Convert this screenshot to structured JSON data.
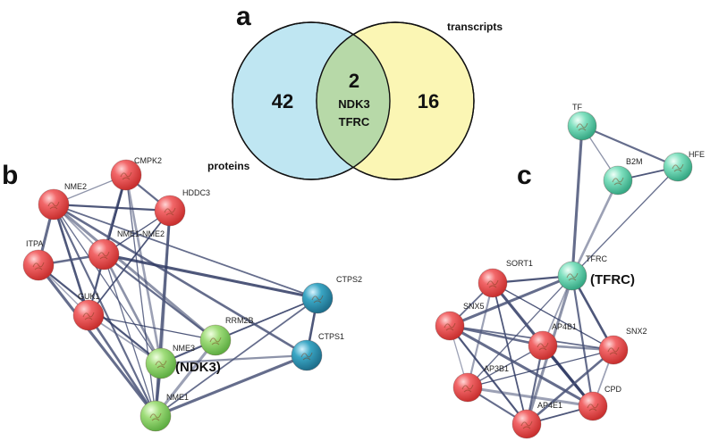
{
  "panels": {
    "a": "a",
    "b": "b",
    "c": "c"
  },
  "venn": {
    "left_label": "proteins",
    "right_label": "transcripts",
    "left_only": "42",
    "right_only": "16",
    "overlap": "2",
    "overlap_genes": [
      "NDK3",
      "TFRC"
    ],
    "colors": {
      "left": "#bfe6f2",
      "right": "#fbf6b4",
      "overlap": "#b7d9a8"
    }
  },
  "network_b": {
    "callout": "(NDK3)",
    "nodes": [
      {
        "id": "CMPK2",
        "label": "CMPK2",
        "color": "red"
      },
      {
        "id": "NME2",
        "label": "NME2",
        "color": "red"
      },
      {
        "id": "HDDC3",
        "label": "HDDC3",
        "color": "red"
      },
      {
        "id": "NME1-NME2",
        "label": "NME1-NME2",
        "color": "red"
      },
      {
        "id": "ITPA",
        "label": "ITPA",
        "color": "red"
      },
      {
        "id": "GUK1",
        "label": "GUK1",
        "color": "red"
      },
      {
        "id": "RRM2B",
        "label": "RRM2B",
        "color": "green"
      },
      {
        "id": "NME3",
        "label": "NME3",
        "color": "green"
      },
      {
        "id": "NME1",
        "label": "NME1",
        "color": "green"
      },
      {
        "id": "CTPS2",
        "label": "CTPS2",
        "color": "teal"
      },
      {
        "id": "CTPS1",
        "label": "CTPS1",
        "color": "teal"
      }
    ],
    "edges": [
      [
        "CMPK2",
        "NME2"
      ],
      [
        "CMPK2",
        "HDDC3"
      ],
      [
        "CMPK2",
        "NME1-NME2"
      ],
      [
        "CMPK2",
        "GUK1"
      ],
      [
        "CMPK2",
        "NME3"
      ],
      [
        "CMPK2",
        "NME1"
      ],
      [
        "NME2",
        "HDDC3"
      ],
      [
        "NME2",
        "ITPA"
      ],
      [
        "NME2",
        "NME1-NME2"
      ],
      [
        "NME2",
        "GUK1"
      ],
      [
        "NME2",
        "NME3"
      ],
      [
        "NME2",
        "NME1"
      ],
      [
        "NME2",
        "RRM2B"
      ],
      [
        "NME2",
        "CTPS2"
      ],
      [
        "NME2",
        "CTPS1"
      ],
      [
        "HDDC3",
        "NME1-NME2"
      ],
      [
        "HDDC3",
        "NME3"
      ],
      [
        "HDDC3",
        "NME1"
      ],
      [
        "HDDC3",
        "GUK1"
      ],
      [
        "ITPA",
        "NME1-NME2"
      ],
      [
        "ITPA",
        "GUK1"
      ],
      [
        "ITPA",
        "NME3"
      ],
      [
        "ITPA",
        "NME1"
      ],
      [
        "NME1-NME2",
        "GUK1"
      ],
      [
        "NME1-NME2",
        "NME3"
      ],
      [
        "NME1-NME2",
        "NME1"
      ],
      [
        "NME1-NME2",
        "RRM2B"
      ],
      [
        "NME1-NME2",
        "CTPS2"
      ],
      [
        "GUK1",
        "NME3"
      ],
      [
        "GUK1",
        "NME1"
      ],
      [
        "GUK1",
        "RRM2B"
      ],
      [
        "RRM2B",
        "NME3"
      ],
      [
        "RRM2B",
        "NME1"
      ],
      [
        "RRM2B",
        "CTPS2"
      ],
      [
        "NME3",
        "NME1"
      ],
      [
        "NME3",
        "CTPS2"
      ],
      [
        "NME3",
        "CTPS1"
      ],
      [
        "NME1",
        "CTPS1"
      ],
      [
        "NME1",
        "CTPS2"
      ],
      [
        "CTPS2",
        "CTPS1"
      ]
    ]
  },
  "network_c": {
    "callout": "(TFRC)",
    "nodes": [
      {
        "id": "TF",
        "label": "TF",
        "color": "mint"
      },
      {
        "id": "B2M",
        "label": "B2M",
        "color": "mint"
      },
      {
        "id": "HFE",
        "label": "HFE",
        "color": "mint"
      },
      {
        "id": "TFRC",
        "label": "TFRC",
        "color": "mint"
      },
      {
        "id": "SORT1",
        "label": "SORT1",
        "color": "red"
      },
      {
        "id": "SNX5",
        "label": "SNX5",
        "color": "red"
      },
      {
        "id": "AP4B1",
        "label": "AP4B1",
        "color": "red"
      },
      {
        "id": "SNX2",
        "label": "SNX2",
        "color": "red"
      },
      {
        "id": "AP3B1",
        "label": "AP3B1",
        "color": "red"
      },
      {
        "id": "CPD",
        "label": "CPD",
        "color": "red"
      },
      {
        "id": "AP4E1",
        "label": "AP4E1",
        "color": "red"
      }
    ],
    "edges": [
      [
        "TF",
        "B2M"
      ],
      [
        "TF",
        "HFE"
      ],
      [
        "TF",
        "TFRC"
      ],
      [
        "B2M",
        "HFE"
      ],
      [
        "B2M",
        "TFRC"
      ],
      [
        "HFE",
        "TFRC"
      ],
      [
        "TFRC",
        "SORT1"
      ],
      [
        "TFRC",
        "SNX5"
      ],
      [
        "TFRC",
        "AP4B1"
      ],
      [
        "TFRC",
        "SNX2"
      ],
      [
        "TFRC",
        "AP3B1"
      ],
      [
        "TFRC",
        "CPD"
      ],
      [
        "TFRC",
        "AP4E1"
      ],
      [
        "SORT1",
        "SNX5"
      ],
      [
        "SORT1",
        "AP4B1"
      ],
      [
        "SORT1",
        "SNX2"
      ],
      [
        "SORT1",
        "AP3B1"
      ],
      [
        "SORT1",
        "CPD"
      ],
      [
        "SORT1",
        "AP4E1"
      ],
      [
        "SNX5",
        "AP4B1"
      ],
      [
        "SNX5",
        "AP3B1"
      ],
      [
        "SNX5",
        "AP4E1"
      ],
      [
        "SNX5",
        "CPD"
      ],
      [
        "SNX5",
        "SNX2"
      ],
      [
        "AP4B1",
        "SNX2"
      ],
      [
        "AP4B1",
        "AP3B1"
      ],
      [
        "AP4B1",
        "AP4E1"
      ],
      [
        "AP4B1",
        "CPD"
      ],
      [
        "SNX2",
        "CPD"
      ],
      [
        "SNX2",
        "AP4E1"
      ],
      [
        "SNX2",
        "AP3B1"
      ],
      [
        "AP3B1",
        "AP4E1"
      ],
      [
        "AP3B1",
        "CPD"
      ],
      [
        "AP4E1",
        "CPD"
      ]
    ]
  }
}
